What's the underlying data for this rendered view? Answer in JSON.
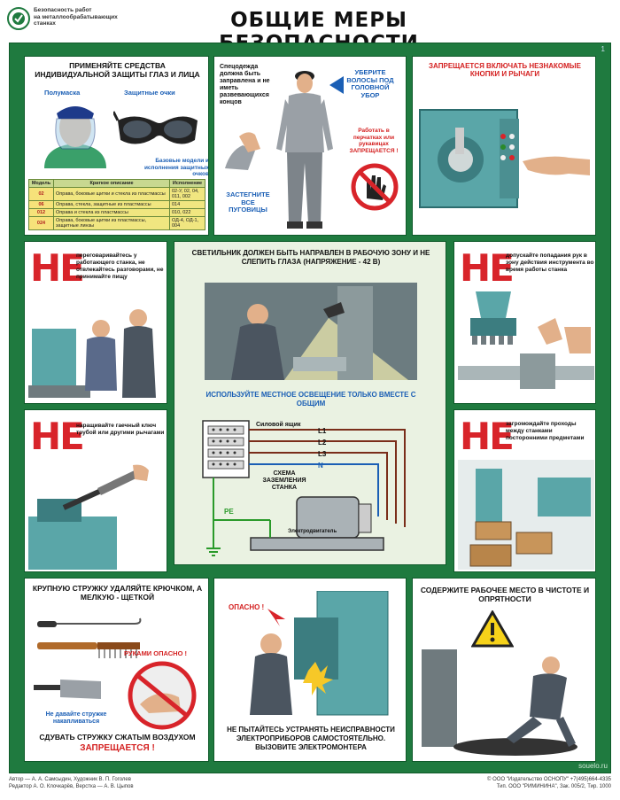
{
  "header": {
    "org_lines": [
      "Безопасность работ",
      "на металлообрабатывающих",
      "станках"
    ],
    "title": "ОБЩИЕ МЕРЫ БЕЗОПАСНОСТИ",
    "page_number": "1"
  },
  "panel_protection": {
    "title": "ПРИМЕНЯЙТЕ СРЕДСТВА ИНДИВИДУАЛЬНОЙ ЗАЩИТЫ ГЛАЗ И ЛИЦА",
    "left_label": "Полумаска",
    "right_label": "Защитные очки",
    "models_caption": "Базовые модели и исполнения защитных очков",
    "table": {
      "headers": [
        "Модель",
        "Краткое описание",
        "Исполнение"
      ],
      "rows": [
        [
          "02",
          "Оправа, боковые щитки и стекла из пластмассы",
          "02-У, 02, 04, 011, 002"
        ],
        [
          "06",
          "Оправа, стекла, защитные из пластмассы",
          "014"
        ],
        [
          "012",
          "Оправа и стекла из пластмассы",
          "010, 022"
        ],
        [
          "024",
          "Оправа, боковые щитки из пластмассы, защитные линзы",
          "ОД-4, ОД-1, 004"
        ]
      ]
    }
  },
  "panel_clothing": {
    "text_left": "Спецодежда должна быть заправлена и не иметь развевающихся концов",
    "text_hair": "УБЕРИТЕ ВОЛОСЫ ПОД ГОЛОВНОЙ УБОР",
    "text_gloves": "Работать в перчатках или рукавицах ЗАПРЕЩАЕТСЯ !",
    "text_buttons": "ЗАСТЕГНИТЕ ВСЕ ПУГОВИЦЫ"
  },
  "panel_buttons": {
    "title": "ЗАПРЕЩАЕТСЯ ВКЛЮЧАТЬ НЕЗНАКОМЫЕ КНОПКИ И РЫЧАГИ"
  },
  "panel_distract": {
    "ne": "НЕ",
    "text": "переговаривайтесь у работающего станка, не отвлекайтесь разговорами, не принимайте пищу"
  },
  "panel_center": {
    "title": "СВЕТИЛЬНИК ДОЛЖЕН БЫТЬ НАПРАВЛЕН В РАБОЧУЮ ЗОНУ И НЕ СЛЕПИТЬ ГЛАЗА (НАПРЯЖЕНИЕ - 42 В)",
    "subtitle": "ИСПОЛЬЗУЙТЕ МЕСТНОЕ ОСВЕЩЕНИЕ ТОЛЬКО ВМЕСТЕ С ОБЩИМ",
    "power_box": "Силовой ящик",
    "lines": [
      "L1",
      "L2",
      "L3",
      "N"
    ],
    "scheme": "СХЕМА ЗАЗЕМЛЕНИЯ СТАНКА",
    "pe": "PE",
    "motor": "Электродвигатель"
  },
  "panel_hands": {
    "ne": "НЕ",
    "text": "допускайте попадания рук в зону действия инструмента во время работы станка"
  },
  "panel_wrench": {
    "ne": "НЕ",
    "text": "наращивайте гаечный ключ трубой или другими рычагами"
  },
  "panel_passage": {
    "ne": "НЕ",
    "text": "загромождайте проходы между станками посторонними предметами"
  },
  "panel_chips": {
    "title": "КРУПНУЮ СТРУЖКУ УДАЛЯЙТЕ КРЮЧКОМ, А МЕЛКУЮ - ЩЕТКОЙ",
    "danger": "РУКАМИ ОПАСНО !",
    "accumulate": "Не давайте стружке накапливаться",
    "bottom": "СДУВАТЬ СТРУЖКУ СЖАТЫМ ВОЗДУХОМ",
    "bottom_red": "ЗАПРЕЩАЕТСЯ !"
  },
  "panel_electric": {
    "danger": "ОПАСНО !",
    "text": "НЕ ПЫТАЙТЕСЬ УСТРАНЯТЬ НЕИСПРАВНОСТИ ЭЛЕКТРОПРИБОРОВ САМОСТОЯТЕЛЬНО. ВЫЗОВИТЕ ЭЛЕКТРОМОНТЕРА"
  },
  "panel_clean": {
    "title": "СОДЕРЖИТЕ РАБОЧЕЕ МЕСТО В ЧИСТОТЕ И ОПРЯТНОСТИ"
  },
  "footer": {
    "site": "souelo.ru",
    "left": [
      "Автор — А. А. Самсыдин, Художник В. П. Гоголев",
      "Редактор А. О. Клочкарёв, Верстка — А. В. Цыпов"
    ],
    "right": [
      "© ООО \"Издательство ОСНОПУ\" +7(495)664-4335",
      "Тип. ООО \"РИМИНИНА\", Зак. 005/2, Тир. 1000"
    ]
  },
  "colors": {
    "board_green": "#1f7a3f",
    "ne_red": "#d8242a",
    "accent_blue": "#1b5fb5"
  }
}
